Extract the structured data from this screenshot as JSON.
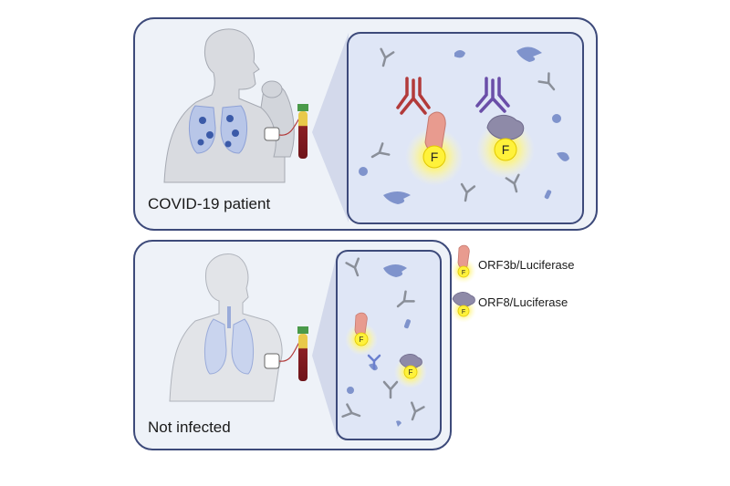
{
  "panels": {
    "top_label": "COVID-19 patient",
    "bottom_label": "Not infected"
  },
  "luciferase_letter": "F",
  "legend": {
    "item1": "ORF3b/Luciferase",
    "item2": "ORF8/Luciferase"
  },
  "colors": {
    "panel_border": "#3d4a7a",
    "panel_fill": "#eef2f8",
    "inset_fill": "#dfe6f6",
    "antibody_red": "#b23a3a",
    "antibody_purple": "#6a4ea8",
    "antibody_gray": "#8a8f99",
    "orf3b": "#e89b8f",
    "orf8": "#8e8aa8",
    "glow": "#fff23a",
    "protein_blue": "#7f93cc",
    "blood": "#8a1f24"
  }
}
